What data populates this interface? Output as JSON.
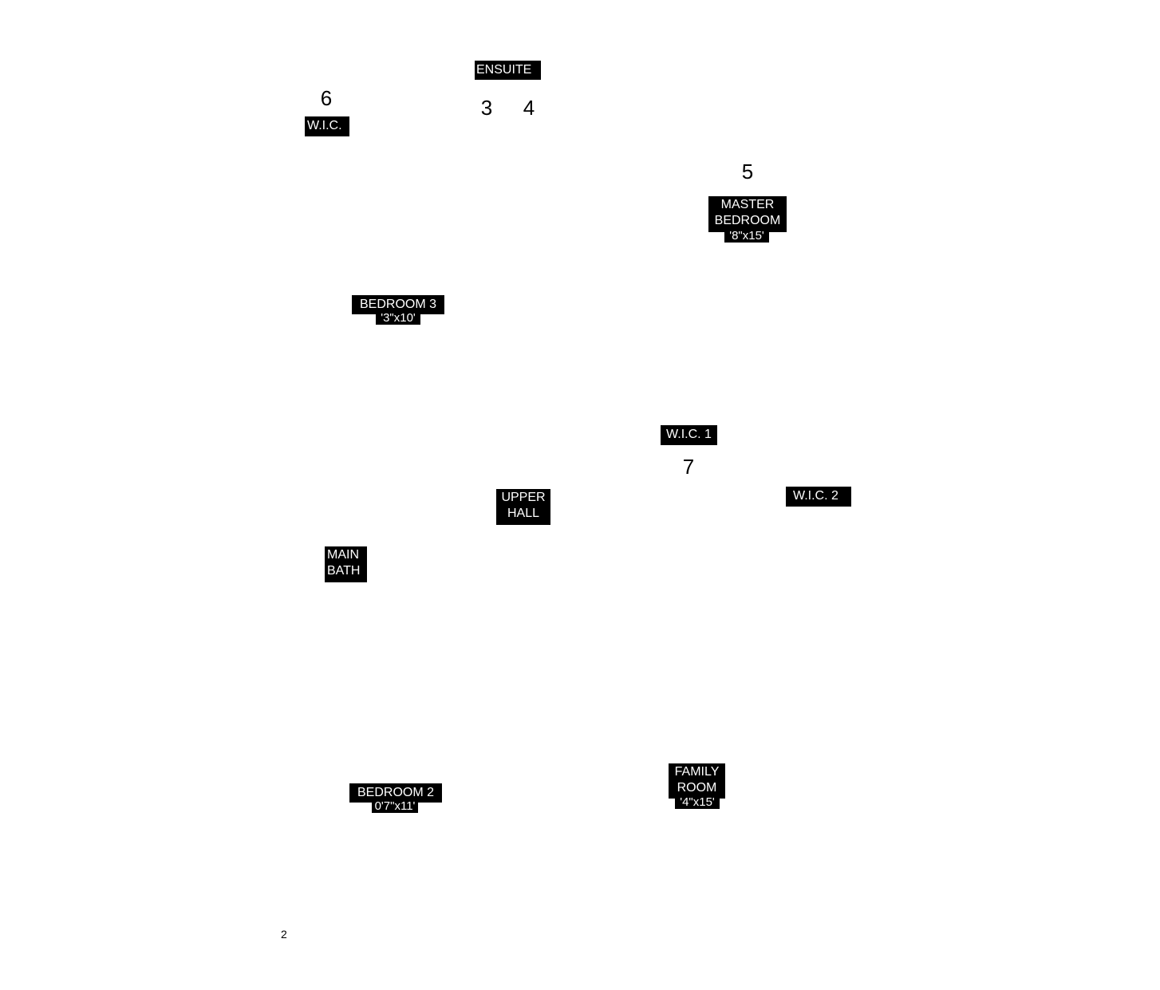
{
  "room_numbers": {
    "n6": "6",
    "n3": "3",
    "n4": "4",
    "n5": "5",
    "n7": "7",
    "stray": "2"
  },
  "labels": {
    "ensuite": "ENSUITE",
    "wic": "W.I.C.",
    "master_bedroom": [
      "MASTER",
      "BEDROOM"
    ],
    "master_bedroom_dim": "'8\"x15'",
    "bedroom3": "BEDROOM 3",
    "bedroom3_dim": "'3\"x10'",
    "wic1": "W.I.C. 1",
    "wic2": "W.I.C. 2",
    "upper_hall": [
      "UPPER",
      "HALL"
    ],
    "main_bath": [
      "MAIN",
      "BATH"
    ],
    "bedroom2": "BEDROOM 2",
    "bedroom2_dim": "0'7\"x11'",
    "family_room": [
      "FAMILY",
      "ROOM"
    ],
    "family_room_dim": "'4\"x15'"
  }
}
